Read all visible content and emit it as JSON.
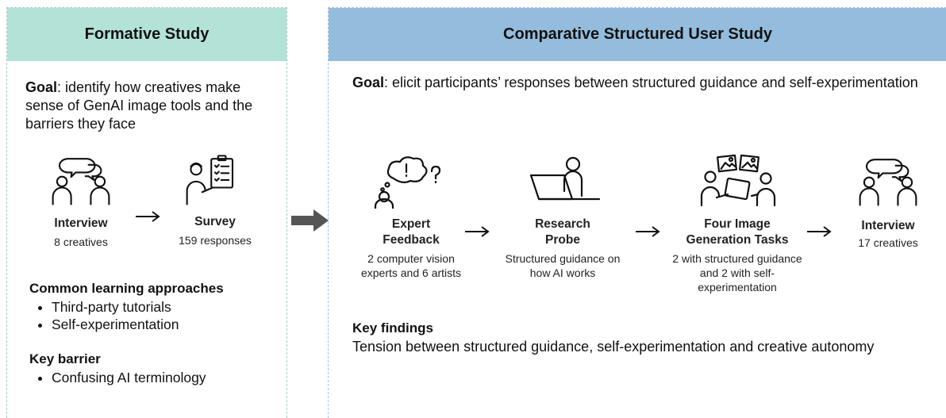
{
  "formative": {
    "title": "Formative Study",
    "goal_label": "Goal",
    "goal_text": ": identify how creatives make sense of GenAI image tools and the barriers they face",
    "nodes": [
      {
        "icon": "two-people-chatting-icon",
        "title": "Interview",
        "desc": "8 creatives"
      },
      {
        "icon": "person-with-clipboard-icon",
        "title": "Survey",
        "desc": "159 responses"
      }
    ],
    "learning_title": "Common learning approaches",
    "learning_items": [
      "Third-party tutorials",
      "Self-experimentation"
    ],
    "barrier_title": "Key barrier",
    "barrier_items": [
      "Confusing AI terminology"
    ]
  },
  "comparative": {
    "title": "Comparative Structured User Study",
    "goal_label": "Goal",
    "goal_text": ": elicit participants’ responses between structured guidance and self-experimentation",
    "nodes": [
      {
        "icon": "person-thinking-icon",
        "title": "Expert Feedback",
        "desc": "2 computer vision experts and 6 artists"
      },
      {
        "icon": "person-at-laptop-icon",
        "title": "Research Probe",
        "desc": "Structured guidance on how AI works"
      },
      {
        "icon": "people-with-images-icon",
        "title": "Four Image Generation Tasks",
        "desc": "2 with structured guidance and 2 with self-experimentation"
      },
      {
        "icon": "two-people-chatting-icon",
        "title": "Interview",
        "desc": "17 creatives"
      }
    ],
    "findings_title": "Key findings",
    "findings_text": "Tension between structured guidance, self-experimentation and creative autonomy"
  },
  "colors": {
    "left_header": "#b3e3d6",
    "right_header": "#94bcdc",
    "big_arrow": "#555555"
  }
}
